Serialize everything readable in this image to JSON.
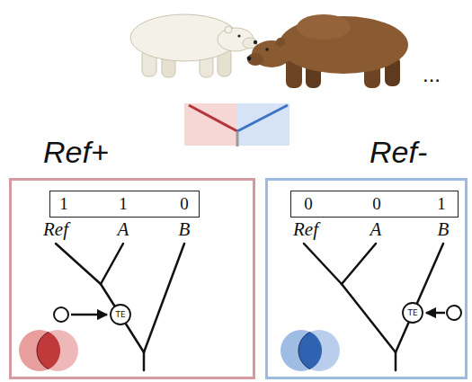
{
  "diagram": {
    "nodes": [
      {
        "text": [
          "Ref+"
        ]
      },
      {
        "text": [
          "1",
          "1",
          "0"
        ],
        "in": 0
      },
      {
        "text": [
          "TE"
        ],
        "in": 0
      },
      {
        "text": [
          "Ref-"
        ]
      },
      {
        "text": [
          "0",
          "0",
          "1"
        ],
        "in": 3
      },
      {
        "text": [
          "TE"
        ],
        "in": 3
      }
    ],
    "labels": [
      "...",
      "Ref",
      "A",
      "B",
      "Ref",
      "A",
      "B"
    ]
  }
}
